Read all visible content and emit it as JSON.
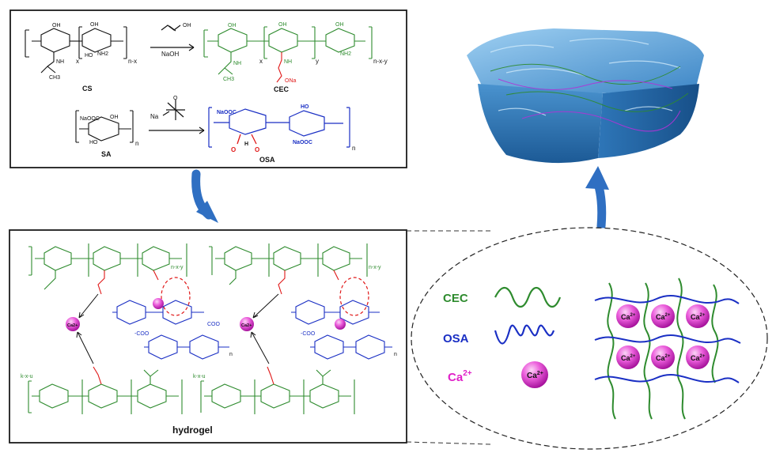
{
  "colors": {
    "cec": "#2e8b2e",
    "osa": "#1a2fc4",
    "ca": "#e020c8",
    "carbonyl": "#e01818",
    "gel": "#3f8fcf",
    "arrow": "#2f6fc2"
  },
  "synthesis": {
    "cs_label": "CS",
    "cec_label": "CEC",
    "sa_label": "SA",
    "osa_label": "OSA",
    "reagent_naoh": "NaOH",
    "reagent_na": "Na",
    "sub_x": "x",
    "sub_nx": "n-x",
    "sub_y": "y",
    "sub_nxy": "n-x-y",
    "sub_n": "n",
    "oh": "OH",
    "ho": "HO",
    "nh": "NH",
    "nh2": "NH2",
    "ch3": "CH3",
    "ona": "ONa",
    "naooc": "NaOOC",
    "h": "H",
    "o": "O"
  },
  "hydrogel": {
    "label": "hydrogel",
    "ca_short": "Ca2+",
    "coo": "-COO",
    "coo2": "COO",
    "sub_n": "n",
    "sub_xy": "n-x-y",
    "sub_kxu": "k-x-u"
  },
  "legend": {
    "cec": "CEC",
    "osa": "OSA",
    "ca_base": "Ca",
    "ca_sup": "2+",
    "ball_base": "Ca",
    "ball_sup": "2+"
  }
}
